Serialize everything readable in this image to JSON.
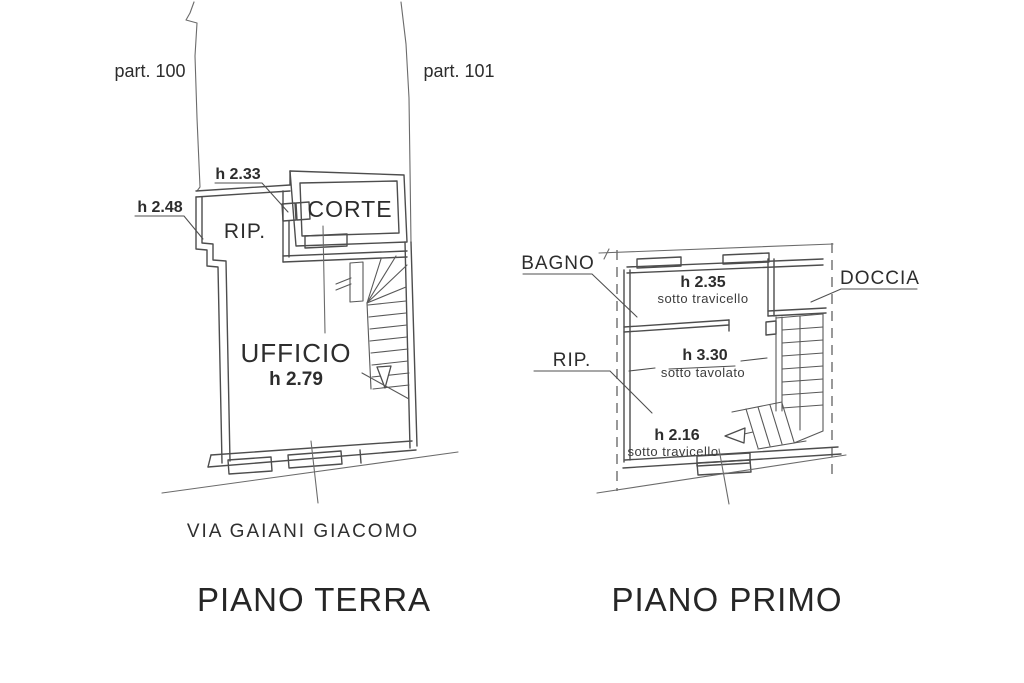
{
  "drawing": {
    "background": "#ffffff",
    "line_color": "#4d4d4d",
    "text_color": "#2d2d2d"
  },
  "piano_terra": {
    "title": "PIANO TERRA",
    "street_name": "VIA GAIANI GIACOMO",
    "parcel_left": "part. 100",
    "parcel_right": "part. 101",
    "rooms": {
      "rip": "RIP.",
      "corte": "CORTE",
      "ufficio": "UFFICIO"
    },
    "heights": {
      "ufficio": "h 2.79",
      "left_wall": "h 2.48",
      "passage": "h 2.33"
    }
  },
  "piano_primo": {
    "title": "PIANO PRIMO",
    "labels": {
      "bagno": "BAGNO",
      "doccia": "DOCCIA",
      "rip": "RIP."
    },
    "heights": {
      "bagno": "h 2.35",
      "bagno_sub": "sotto travicello",
      "center": "h 3.30",
      "center_sub": "sotto tavolato",
      "lower": "h 2.16",
      "lower_sub": "sotto travicello"
    }
  }
}
